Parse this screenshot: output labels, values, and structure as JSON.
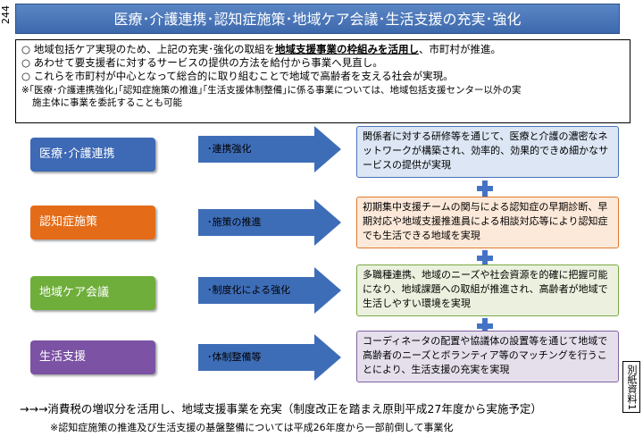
{
  "page_number": "244",
  "title": "医療･介護連携･認知症施策･地域ケア会議･生活支援の充実･強化",
  "intro": {
    "lines": [
      {
        "bullet": "○",
        "pre": "地域包括ケア実現のため、上記の充実･強化の取組を",
        "emph": "地域支援事業の枠組みを活用し",
        "post": "、市町村が推進。"
      },
      {
        "bullet": "○",
        "pre": "あわせて要支援者に対するサービスの提供の方法を給付から事業へ見直し。",
        "emph": "",
        "post": ""
      },
      {
        "bullet": "○",
        "pre": "これらを市町村が中心となって総合的に取り組むことで地域で高齢者を支える社会が実現。",
        "emph": "",
        "post": ""
      }
    ],
    "note_line1": "※｢医療･介護連携強化｣｢認知症施策の推進｣｢生活支援体制整備｣に係る事業については、地域包括支援センター以外の実",
    "note_line2": "施主体に事業を委託することも可能"
  },
  "rows": [
    {
      "category": "医療･介護連携",
      "action": "･連携強化",
      "result": "関係者に対する研修等を通じて、医療と介護の濃密なネットワークが構築され、効率的、効果的できめ細かなサービスの提供が実現",
      "cat_color": "#3d69b5",
      "result_bg": "#dce6f4",
      "result_border": "#4a72b8"
    },
    {
      "category": "認知症施策",
      "action": "･施策の推進",
      "result": "初期集中支援チームの関与による認知症の早期診断、早期対応や地域支援推進員による相談対応等により認知症でも生活できる地域を実現",
      "cat_color": "#e46c19",
      "result_bg": "#fde9d9",
      "result_border": "#e0792c"
    },
    {
      "category": "地域ケア会議",
      "action": "･制度化による強化",
      "result": "多職種連携、地域のニーズや社会資源を的確に把握可能になり、地域課題への取組が推進され、高齢者が地域で生活しやすい環境を実現",
      "cat_color": "#6fae3b",
      "result_bg": "#ebf1de",
      "result_border": "#7aa843"
    },
    {
      "category": "生活支援",
      "action": "･体制整備等",
      "result": "コーディネータの配置や協議体の設置等を通じて地域で高齢者のニーズとボランティア等のマッチングを行うことにより、生活支援の充実を実現",
      "cat_color": "#7b52a4",
      "result_bg": "#e5dfec",
      "result_border": "#8064a2"
    }
  ],
  "side_label": "別紙資料1",
  "footer_line1": "→→→消費税の増収分を活用し、地域支援事業を充実（制度改正を踏まえ原則平成27年度から実施予定）",
  "footer_line2": "※認知症施策の推進及び生活支援の基盤整備については平成26年度から一部前倒して事業化",
  "colors": {
    "arrow": "#3e6db8",
    "plus": "#4473c5",
    "title_bg": "#4a77bb"
  }
}
